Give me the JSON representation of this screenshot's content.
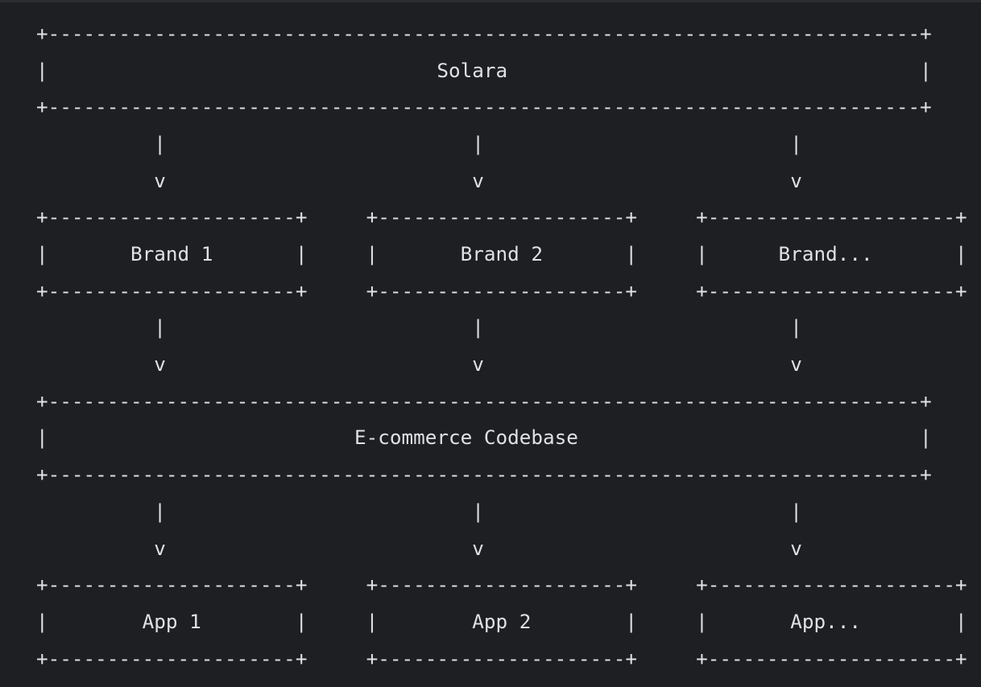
{
  "diagram": {
    "lines": [
      "+--------------------------------------------------------------------------+",
      "|                                 Solara                                   |",
      "+--------------------------------------------------------------------------+",
      "          |                          |                          |",
      "          v                          v                          v",
      "+---------------------+     +---------------------+     +---------------------+",
      "|       Brand 1       |     |       Brand 2       |     |      Brand...       |",
      "+---------------------+     +---------------------+     +---------------------+",
      "          |                          |                          |",
      "          v                          v                          v",
      "+--------------------------------------------------------------------------+",
      "|                          E-commerce Codebase                             |",
      "+--------------------------------------------------------------------------+",
      "          |                          |                          |",
      "          v                          v                          v",
      "+---------------------+     +---------------------+     +---------------------+",
      "|        App 1        |     |        App 2        |     |       App...        |",
      "+---------------------+     +---------------------+     +---------------------+"
    ]
  }
}
